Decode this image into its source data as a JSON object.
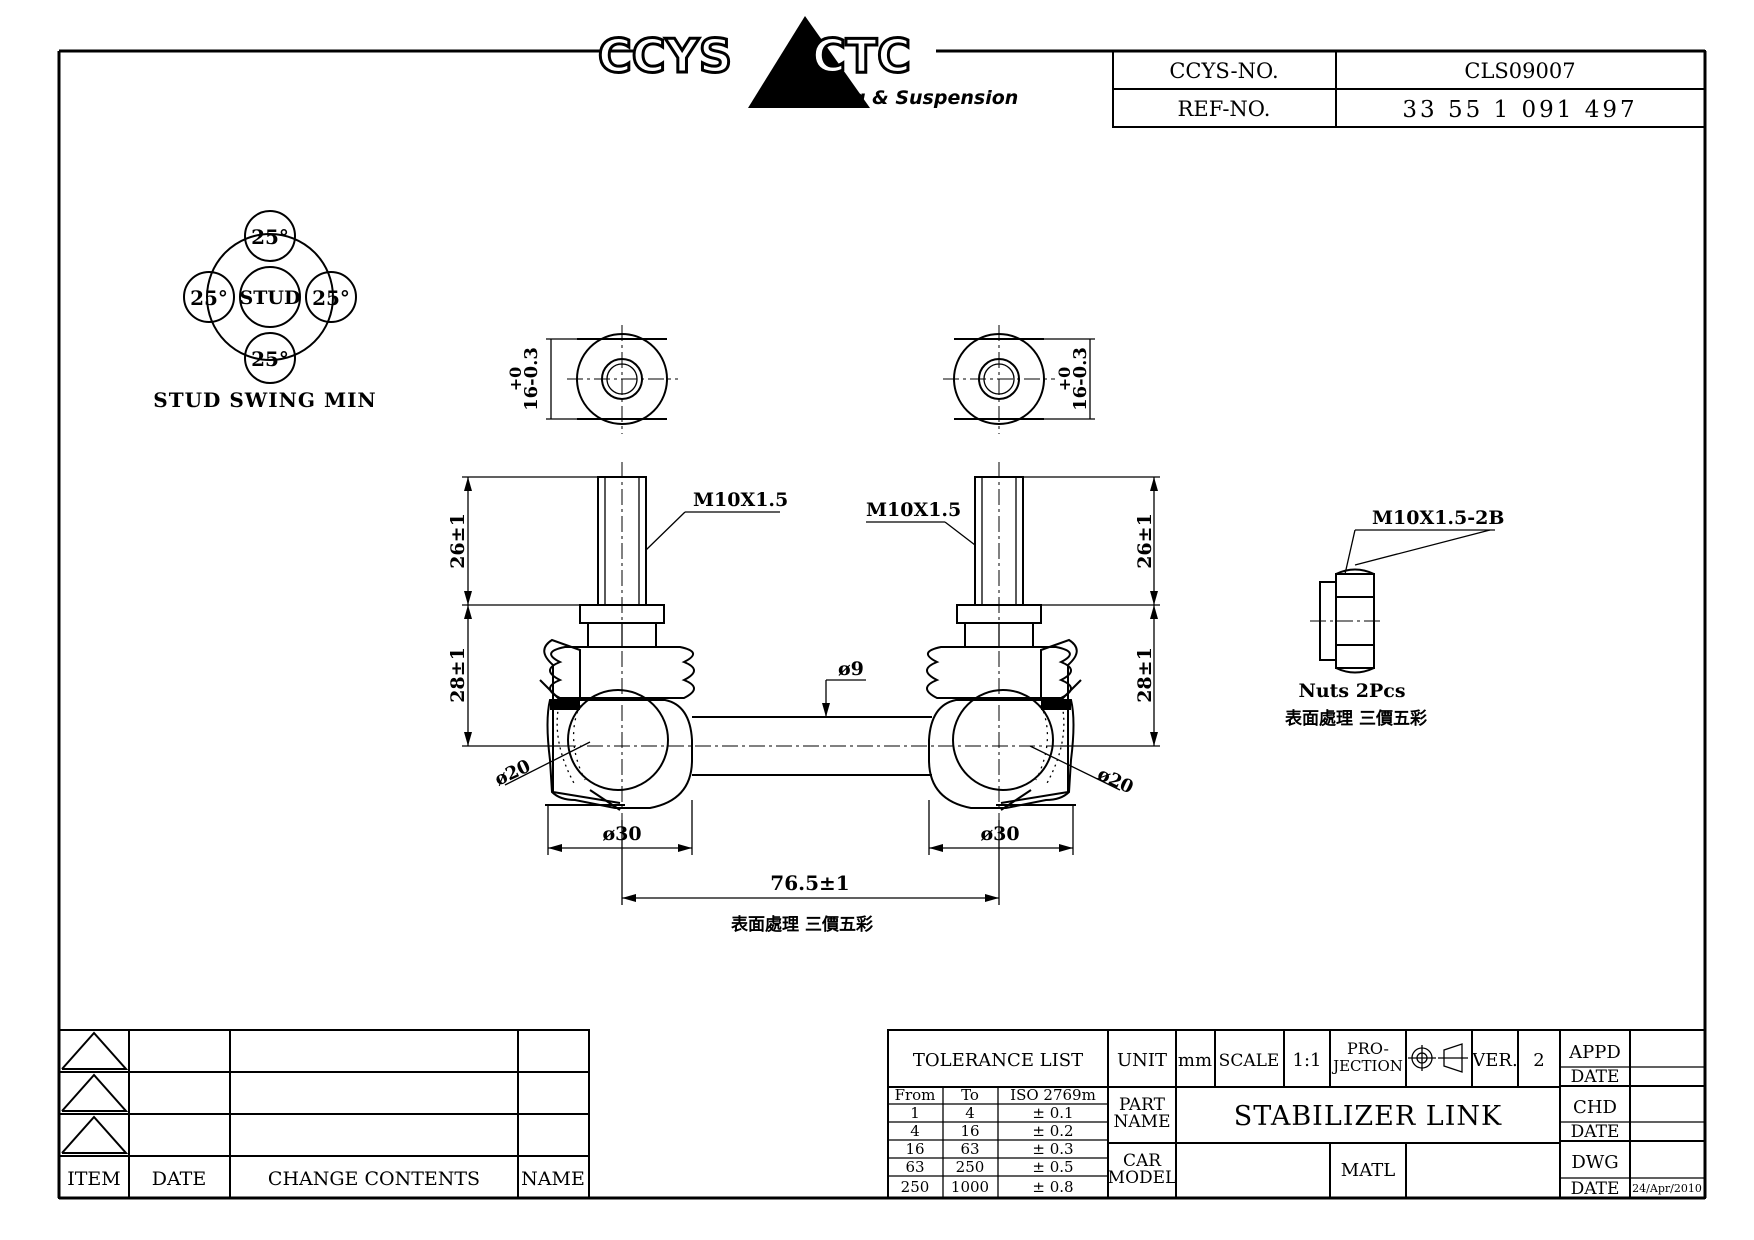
{
  "logo": {
    "brand_left": "CCYS",
    "brand_right": "CTC",
    "tagline": "Steering & Suspension"
  },
  "header": {
    "ccys_no_label": "CCYS-NO.",
    "ccys_no_value": "CLS09007",
    "ref_no_label": "REF-NO.",
    "ref_no_value": "33 55 1 091 497"
  },
  "stud_swing": {
    "top": "25°",
    "left": "25°",
    "right": "25°",
    "bottom": "25°",
    "center": "STUD",
    "caption": "STUD SWING MIN"
  },
  "dimensions": {
    "washer_left": "16-0.3",
    "washer_left_tol": "+0",
    "washer_right": "16-0.3",
    "washer_right_tol": "+0",
    "thread_left": "M10X1.5",
    "thread_right": "M10X1.5",
    "stud_len_left": "26±1",
    "stud_len_right": "26±1",
    "body_h_left": "28±1",
    "body_h_right": "28±1",
    "rod_dia": "ø9",
    "ball_left": "ø20",
    "ball_right": "ø20",
    "housing_left": "ø30",
    "housing_right": "ø30",
    "center_distance": "76.5±1",
    "surface_treatment": "表面處理  三價五彩"
  },
  "nut": {
    "spec": "M10X1.5-2B",
    "qty": "Nuts 2Pcs",
    "surface_treatment": "表面處理  三價五彩"
  },
  "revision_table": {
    "headers": [
      "ITEM",
      "DATE",
      "CHANGE CONTENTS",
      "NAME"
    ]
  },
  "title_block": {
    "tolerance_title": "TOLERANCE LIST",
    "tol_headers": [
      "From",
      "To",
      "ISO 2769m"
    ],
    "tol_rows": [
      [
        "1",
        "4",
        "± 0.1"
      ],
      [
        "4",
        "16",
        "± 0.2"
      ],
      [
        "16",
        "63",
        "± 0.3"
      ],
      [
        "63",
        "250",
        "± 0.5"
      ],
      [
        "250",
        "1000",
        "± 0.8"
      ]
    ],
    "unit_label": "UNIT",
    "unit_value": "mm",
    "scale_label": "SCALE",
    "scale_value": "1:1",
    "projection_label_1": "PRO-",
    "projection_label_2": "JECTION",
    "ver_label": "VER.",
    "ver_value": "2",
    "part_name_label_1": "PART",
    "part_name_label_2": "NAME",
    "part_name_value": "STABILIZER LINK",
    "car_model_label_1": "CAR",
    "car_model_label_2": "MODEL",
    "matl_label": "MATL",
    "appd_label": "APPD",
    "chd_label": "CHD",
    "dwg_label": "DWG",
    "date_label": "DATE",
    "dwg_date": "24/Apr/2010"
  }
}
